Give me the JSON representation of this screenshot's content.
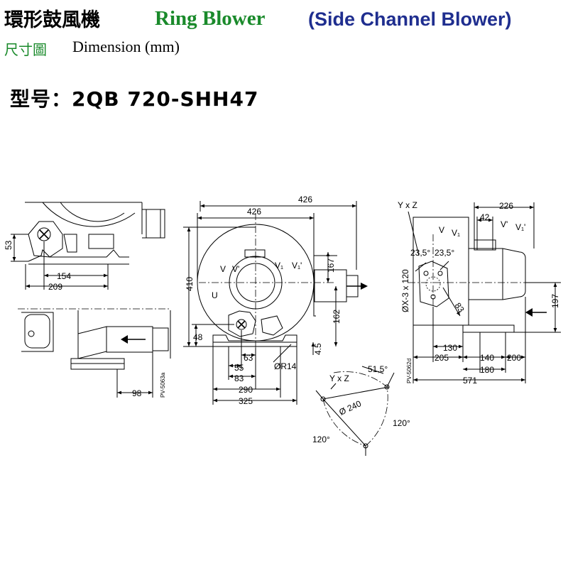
{
  "header": {
    "title_cn": "環形鼓風機",
    "title_en": "Ring Blower",
    "title_paren": "(Side Channel Blower)",
    "subtitle_cn": "尺寸圖",
    "subtitle_en": "Dimension (mm)",
    "model": "型号：2QB 720-SHH47"
  },
  "colors": {
    "green": "#1a8a2b",
    "blue": "#1f2e8f",
    "line": "#000000"
  },
  "drawing": {
    "left_top": {
      "d53": "53",
      "d154": "154",
      "d209": "209"
    },
    "left_bottom": {
      "d98": "98",
      "code": "PV-5063a"
    },
    "front": {
      "d426_top": "426",
      "d426": "426",
      "d410": "410",
      "d48": "48",
      "d167": "167",
      "d162": "162",
      "d45": "4.5",
      "d63": "63",
      "d55": "55",
      "d83": "83",
      "r14": "ØR14",
      "d290": "290",
      "d325": "325",
      "v": "V",
      "v1": "V'",
      "v2": "V₁",
      "v3": "V₁'",
      "u": "U"
    },
    "side": {
      "yxz": "Y x Z",
      "d226": "226",
      "d42": "42",
      "v": "V",
      "v1": "V₁",
      "v2": "V'",
      "v3": "V₁'",
      "a1": "23,5°",
      "a2": "23,5°",
      "d83": "83",
      "hole": "ØX-3 x 120",
      "d197": "197",
      "d130": "130",
      "d205": "205",
      "d140": "140",
      "d200": "200",
      "d180": "180",
      "d571": "571",
      "code": "PV-5062d"
    },
    "flange": {
      "yxz": "Y x Z",
      "angle": "51,5°",
      "d240": "Ø 240",
      "a120l": "120°",
      "a120r": "120°"
    }
  }
}
